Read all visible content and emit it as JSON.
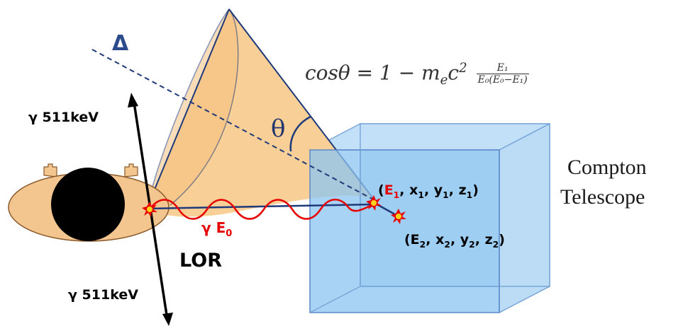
{
  "labels": {
    "gamma_top": "γ 511keV",
    "gamma_bottom": "γ 511keV",
    "delta": "Δ",
    "theta": "θ",
    "lor": "LOR",
    "gamma_e0_prefix": "γ E",
    "gamma_e0_sub": "0",
    "compton_line1": "Compton",
    "compton_line2": "Telescope"
  },
  "formula": {
    "lhs": "cosθ = 1  − m",
    "m_sub": "e",
    "c": "c",
    "c_sup": "2",
    "numerator": "E₁",
    "denominator": "E₀(E₀−E₁)"
  },
  "hit1": {
    "open": "(",
    "e": "E",
    "e_sub": "1",
    "rest": ", x",
    "x_sub": "1",
    "y": ", y",
    "y_sub": "1",
    "z": ", z",
    "z_sub": "1",
    "close": ")"
  },
  "hit2": {
    "open": "(E",
    "e_sub": "2",
    "x": ", x",
    "x_sub": "2",
    "y": ", y",
    "y_sub": "2",
    "z": ", z",
    "z_sub": "2",
    "close": ")"
  },
  "colors": {
    "cone_fill": "#f8cf96",
    "cone_stroke": "#1f3a7a",
    "cube_fill": "#8cc4f0",
    "cube_stroke": "#5b88c9",
    "wave": "#e60000",
    "head_skin": "#f3c58f",
    "hair": "#000000"
  }
}
